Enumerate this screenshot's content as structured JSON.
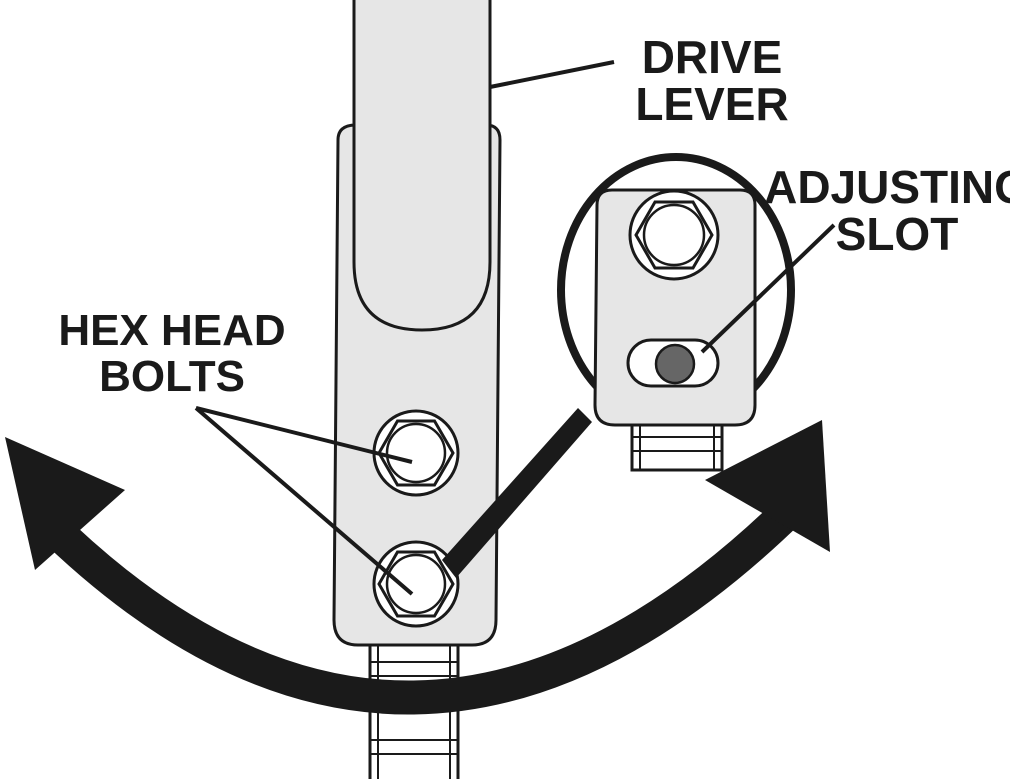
{
  "labels": {
    "drive_lever": [
      "DRIVE",
      "LEVER"
    ],
    "adjusting_slot": [
      "ADJUSTING",
      "SLOT"
    ],
    "hex_head_bolts": [
      "HEX HEAD",
      "BOLTS"
    ]
  },
  "colors": {
    "ink": "#1a1a1a",
    "plate_fill": "#e6e6e6",
    "bolt_fill": "#ffffff",
    "slot_pin": "#666666",
    "background": "#ffffff"
  },
  "icons": [
    "hex-bolt-icon",
    "rotation-arrow-icon",
    "slot-pin-icon"
  ]
}
